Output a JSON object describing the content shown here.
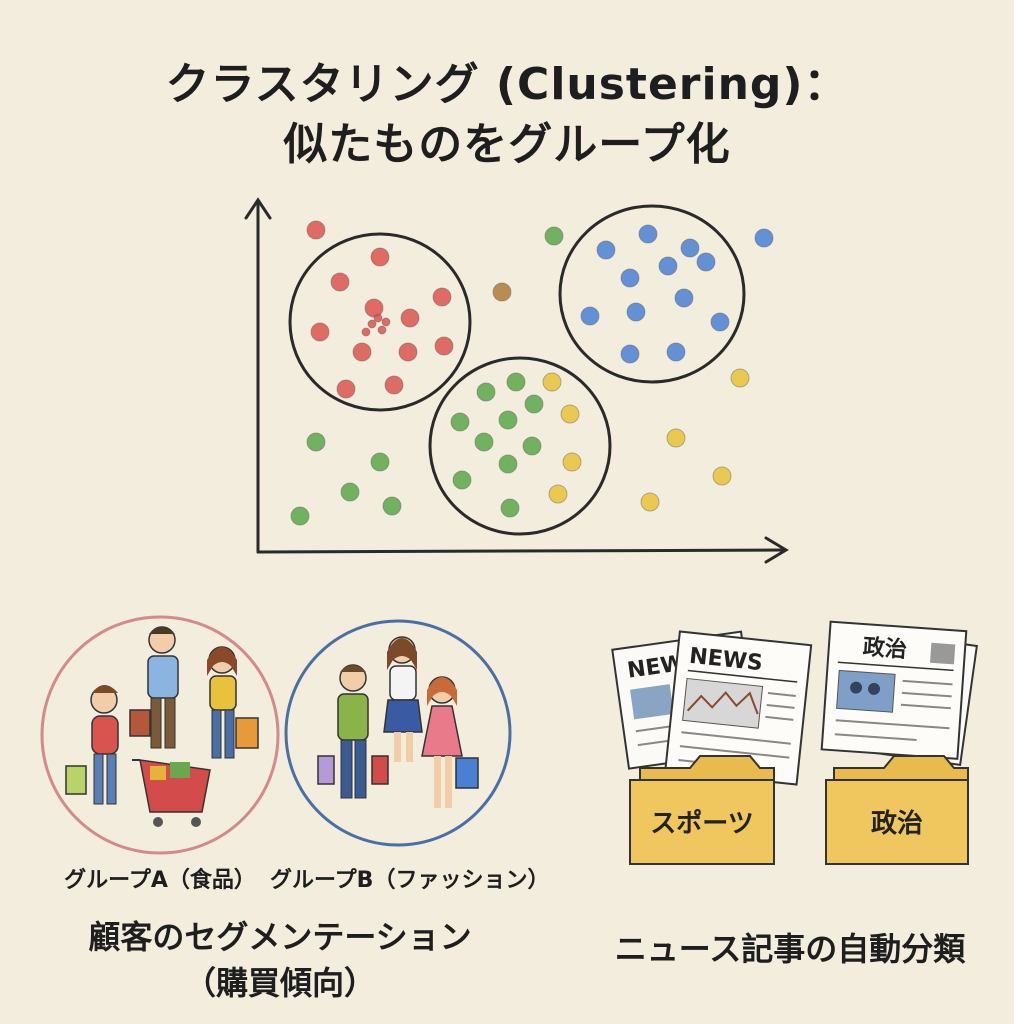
{
  "title_line1": "クラスタリング (Clustering)：",
  "title_line2": "似たものをグループ化",
  "colors": {
    "red": "#d9534f",
    "blue": "#4a7fd4",
    "green": "#5aa64a",
    "yellow": "#e8c23a",
    "brown": "#b07a3a",
    "circle_stroke": "#2a2a2a",
    "folder": "#efc75e"
  },
  "scatter": {
    "red_cluster": [
      [
        340,
        282
      ],
      [
        380,
        257
      ],
      [
        442,
        297
      ],
      [
        320,
        332
      ],
      [
        374,
        308
      ],
      [
        410,
        318
      ],
      [
        362,
        352
      ],
      [
        408,
        352
      ],
      [
        444,
        346
      ],
      [
        346,
        389
      ],
      [
        394,
        385
      ],
      [
        316,
        230
      ]
    ],
    "red_tiny": [
      [
        372,
        324
      ],
      [
        382,
        330
      ],
      [
        366,
        332
      ],
      [
        378,
        318
      ],
      [
        386,
        322
      ]
    ],
    "blue_cluster": [
      [
        606,
        250
      ],
      [
        648,
        234
      ],
      [
        690,
        248
      ],
      [
        630,
        278
      ],
      [
        668,
        266
      ],
      [
        706,
        262
      ],
      [
        590,
        316
      ],
      [
        636,
        312
      ],
      [
        684,
        298
      ],
      [
        720,
        322
      ],
      [
        630,
        354
      ],
      [
        676,
        352
      ],
      [
        764,
        238
      ]
    ],
    "green_cluster": [
      [
        486,
        392
      ],
      [
        516,
        382
      ],
      [
        460,
        422
      ],
      [
        508,
        420
      ],
      [
        534,
        404
      ],
      [
        484,
        442
      ],
      [
        532,
        446
      ],
      [
        462,
        480
      ],
      [
        508,
        464
      ],
      [
        510,
        508
      ],
      [
        316,
        442
      ],
      [
        380,
        462
      ],
      [
        350,
        492
      ],
      [
        392,
        506
      ],
      [
        300,
        516
      ],
      [
        554,
        236
      ]
    ],
    "yellow_points": [
      [
        552,
        382
      ],
      [
        570,
        414
      ],
      [
        572,
        462
      ],
      [
        558,
        494
      ],
      [
        740,
        378
      ],
      [
        676,
        438
      ],
      [
        722,
        476
      ],
      [
        650,
        502
      ]
    ],
    "brown_points": [
      [
        502,
        292
      ]
    ]
  },
  "group_a_label": "グループA（食品）",
  "group_b_label": "グループB（ファッション）",
  "segmentation_label_line1": "顧客のセグメンテーション",
  "segmentation_label_line2": "（購買傾向）",
  "news_label": "ニュース記事の自動分類",
  "newspaper_header": "NEWS",
  "newspaper_header_back": "NEW",
  "politics_header": "政治",
  "folder_sports": "スポーツ",
  "folder_politics": "政治"
}
